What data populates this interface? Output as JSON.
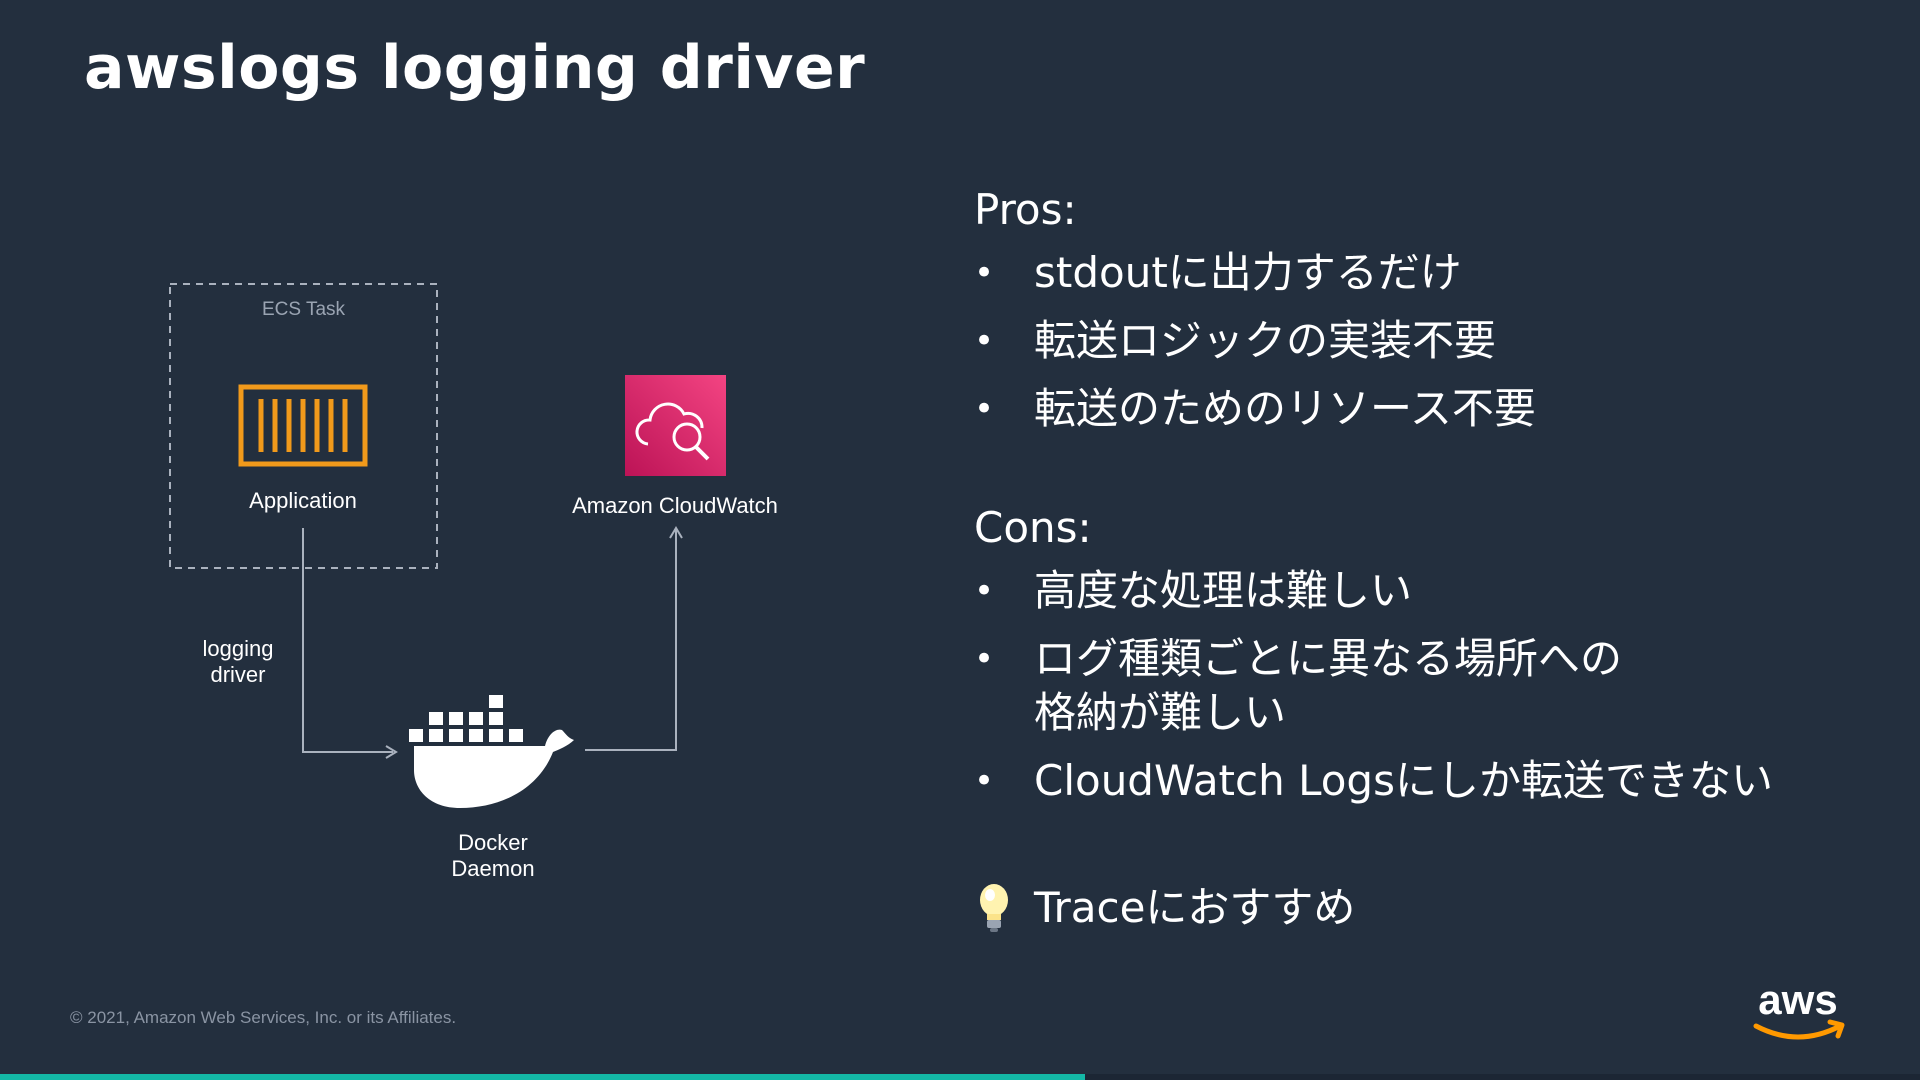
{
  "slide": {
    "title": "awslogs logging driver"
  },
  "diagram": {
    "ecs_task_label": "ECS Task",
    "application_label": "Application",
    "cloudwatch_label": "Amazon CloudWatch",
    "logging_driver_label_line1": "logging",
    "logging_driver_label_line2": "driver",
    "docker_label_line1": "Docker",
    "docker_label_line2": "Daemon"
  },
  "pros": {
    "heading": "Pros:",
    "items": [
      "stdoutに出力するだけ",
      "転送ロジックの実装不要",
      "転送のためのリソース不要"
    ]
  },
  "cons": {
    "heading": "Cons:",
    "items": [
      "高度な処理は難しい",
      "ログ種類ごとに異なる場所への",
      "格納が難しい",
      "CloudWatch Logsにしか転送できない"
    ]
  },
  "tip": {
    "icon": "lightbulb-icon",
    "text": "Traceにおすすめ"
  },
  "footer": {
    "copyright": "© 2021, Amazon Web Services, Inc. or its Affiliates.",
    "logo_text": "aws"
  },
  "colors": {
    "background": "#232f3e",
    "container_orange": "#f19a1b",
    "cloudwatch_pink": "#e7157b",
    "progress_teal": "#14b8a6"
  },
  "progress": {
    "fraction": 0.565
  }
}
